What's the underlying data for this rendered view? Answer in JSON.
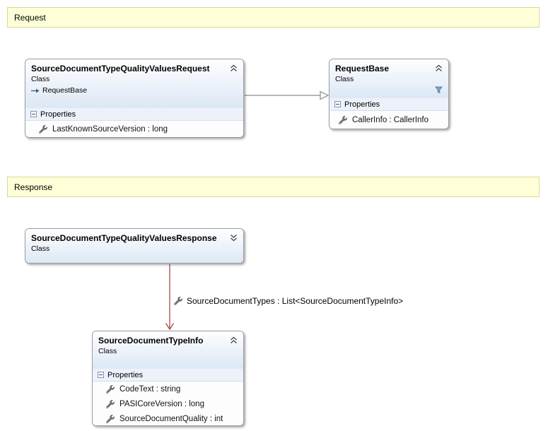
{
  "banners": {
    "request": "Request",
    "response": "Response"
  },
  "classes": {
    "request": {
      "title": "SourceDocumentTypeQualityValuesRequest",
      "kind": "Class",
      "base": "RequestBase",
      "section": "Properties",
      "properties": [
        "LastKnownSourceVersion : long"
      ]
    },
    "request_base": {
      "title": "RequestBase",
      "kind": "Class",
      "section": "Properties",
      "properties": [
        "CallerInfo : CallerInfo"
      ]
    },
    "response": {
      "title": "SourceDocumentTypeQualityValuesResponse",
      "kind": "Class"
    },
    "type_info": {
      "title": "SourceDocumentTypeInfo",
      "kind": "Class",
      "section": "Properties",
      "properties": [
        "CodeText : string",
        "PASICoreVersion : long",
        "SourceDocumentQuality : int"
      ]
    }
  },
  "association": {
    "label": "SourceDocumentTypes : List<SourceDocumentTypeInfo>"
  },
  "icons": {
    "collapse": "chevron-double-up",
    "expand": "chevron-double-down",
    "filter": "funnel",
    "property": "wrench",
    "section_toggle": "minus-box",
    "inherits": "right-arrow"
  },
  "colors": {
    "banner_bg": "#FFFFD7",
    "banner_border": "#D8D89E",
    "box_border": "#9D9DA1",
    "header_gradient_bottom": "#DCE8F5",
    "compartment_bg": "#EDF2FA",
    "inheritance_arrow": "#8C8C8C",
    "association_arrow": "#A04A44"
  }
}
